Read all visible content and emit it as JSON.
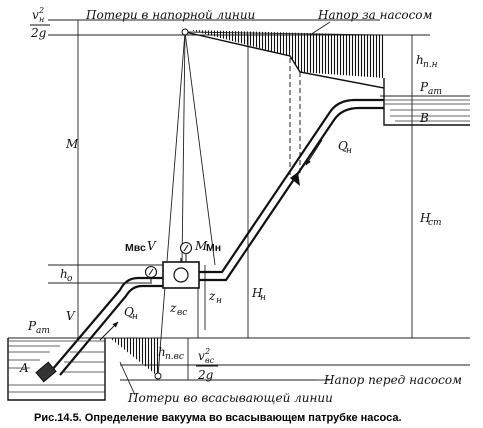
{
  "labels": {
    "losses_pressure_line": "Потери в напорной линии",
    "head_after_pump": "Напор за насосом",
    "head_before_pump": "Напор перед насосом",
    "losses_suction_line": "Потери во всасывающей линии",
    "vn2_num": "v",
    "vn2_sub": "н",
    "vn2_sup": "2",
    "vn2_den": "2g",
    "vvs2_num": "v",
    "vvs2_sub": "вс",
    "vvs2_sup": "2",
    "vvs2_den": "2g",
    "M": "M",
    "M_gauge": "M",
    "Mn": "Мн",
    "Mvs": "Мвс",
    "V": "V",
    "V_lower": "V",
    "h0": "h",
    "h0_sub": "o",
    "z_vs": "z",
    "z_vs_sub": "вс",
    "z_n": "z",
    "z_n_sub": "н",
    "H_n": "H",
    "H_n_sub": "н",
    "H_st": "H",
    "H_st_sub": "ст",
    "h_pn": "h",
    "h_pn_sub": "п.н",
    "h_pvs": "h",
    "h_pvs_sub": "п.вс",
    "P_at_top": "P",
    "P_at_top_sub": "ат",
    "P_at_bottom": "P",
    "P_at_bottom_sub": "ат",
    "B": "B",
    "A": "A",
    "Q_n_top": "Q",
    "Q_n_top_sub": "н",
    "Q_n_bottom": "Q",
    "Q_n_bottom_sub": "н"
  },
  "caption": "Рис.14.5. Определение вакуума во всасывающем патрубке насоса."
}
